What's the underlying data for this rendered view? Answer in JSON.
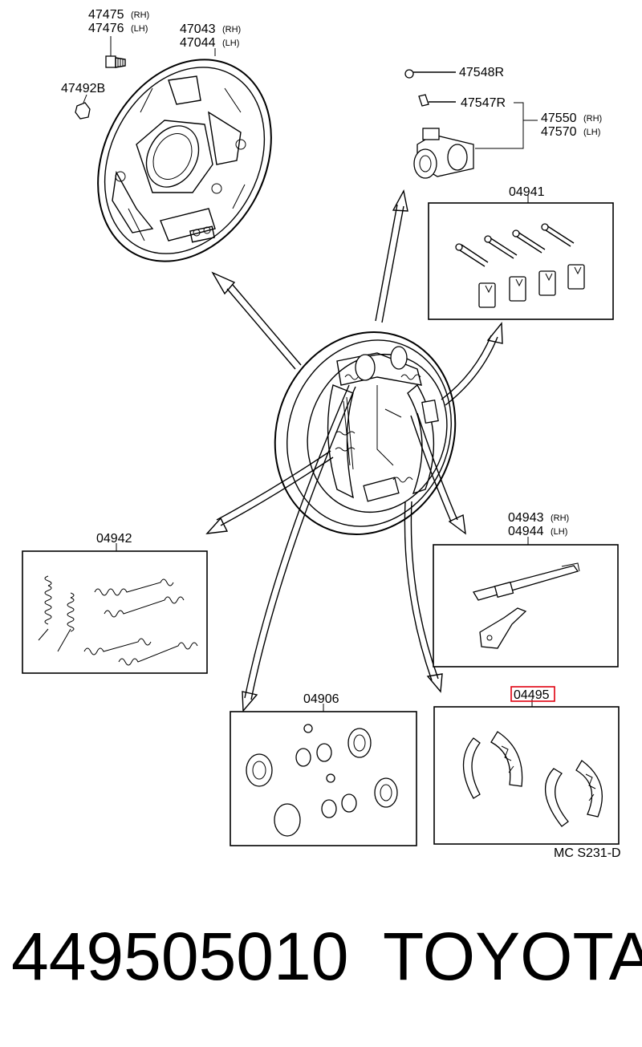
{
  "labels": {
    "p47475": "47475",
    "p47476": "47476",
    "rh": "(RH)",
    "lh": "(LH)",
    "p47043": "47043",
    "p47044": "47044",
    "p47492B": "47492B",
    "p47548R": "47548R",
    "p47547R": "47547R",
    "p47550": "47550",
    "p47570": "47570",
    "p04941": "04941",
    "p04942": "04942",
    "p04943": "04943",
    "p04944": "04944",
    "p04906": "04906",
    "p04495": "04495",
    "diagram_ref": "MC S231-D"
  },
  "highlight_color": "#e0000f",
  "part_number": "449505010",
  "brand": "TOYOTA"
}
